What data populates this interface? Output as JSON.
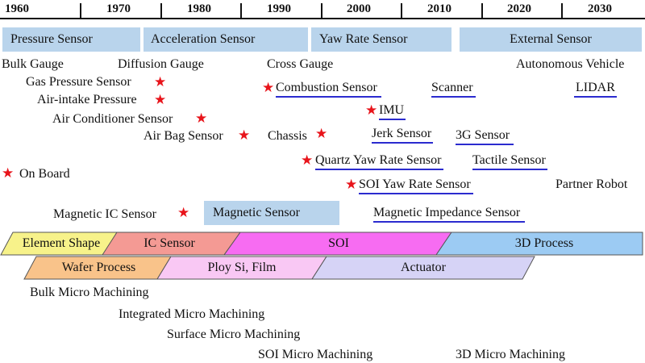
{
  "years": [
    "1960",
    "1970",
    "1980",
    "1990",
    "2000",
    "2010",
    "2020",
    "2030"
  ],
  "bands": {
    "pressure": "Pressure Sensor",
    "acceleration": "Acceleration Sensor",
    "yaw_rate": "Yaw Rate Sensor",
    "external": "External Sensor",
    "magnetic": "Magnetic Sensor"
  },
  "labels": {
    "bulk_gauge": "Bulk Gauge",
    "diffusion_gauge": "Diffusion Gauge",
    "cross_gauge": "Cross Gauge",
    "autonomous_vehicle": "Autonomous Vehicle",
    "gas_pressure": "Gas Pressure Sensor",
    "air_intake": "Air-intake Pressure",
    "air_conditioner": "Air Conditioner Sensor",
    "air_bag": "Air Bag Sensor",
    "chassis": "Chassis",
    "combustion": "Combustion Sensor",
    "scanner": "Scanner",
    "lidar": "LIDAR",
    "imu": "IMU",
    "jerk": "Jerk Sensor",
    "g3": "3G Sensor",
    "quartz": "Quartz Yaw Rate Sensor",
    "tactile": "Tactile Sensor",
    "on_board": "On Board",
    "soi_yaw": "SOI Yaw Rate Sensor",
    "partner_robot": "Partner Robot",
    "magnetic_ic": "Magnetic IC Sensor",
    "magnetic_impedance": "Magnetic Impedance Sensor"
  },
  "processes": {
    "element_shape": "Element Shape",
    "ic_sensor": "IC Sensor",
    "soi": "SOI",
    "process_3d": "3D Process",
    "wafer": "Wafer Process",
    "poly": "Ploy Si, Film",
    "actuator": "Actuator"
  },
  "machining": {
    "bulk": "Bulk Micro Machining",
    "integrated": "Integrated Micro Machining",
    "surface": "Surface Micro Machining",
    "soi": "SOI Micro Machining",
    "mm_3d": "3D Micro Machining"
  },
  "colors": {
    "star": "#e8141b",
    "underline": "#2b2bcf",
    "band": "#b9d4ec",
    "element_shape": "#f7f28a",
    "ic_sensor": "#f49a94",
    "soi": "#f76cf2",
    "process_3d": "#9ccbf3",
    "wafer": "#f9c38a",
    "poly": "#f9c8f4",
    "actuator": "#d6d3f6"
  },
  "star_glyph": "★"
}
